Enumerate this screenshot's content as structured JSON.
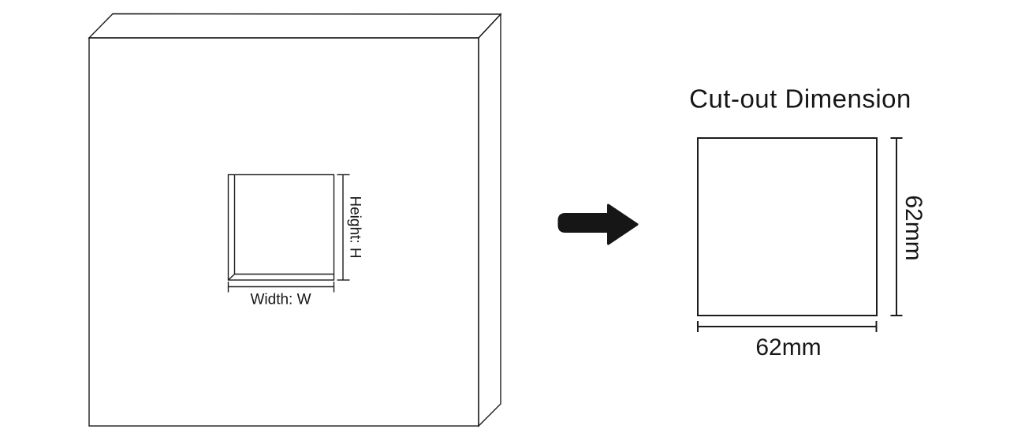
{
  "page": {
    "background": "#ffffff",
    "line_color": "#1c1c1c"
  },
  "left_figure": {
    "description": "wall panel with square cut-out hole",
    "height_label": "Height: H",
    "width_label": "Width: W"
  },
  "arrow": {
    "direction": "right"
  },
  "right_figure": {
    "title": "Cut-out Dimension",
    "height_value": "62mm",
    "width_value": "62mm"
  }
}
